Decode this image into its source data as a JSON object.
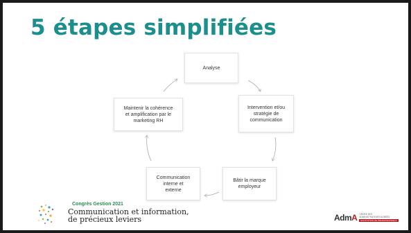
{
  "title": "5 étapes simplifiées",
  "colors": {
    "title": "#1c8f8d",
    "event": "#2d8a54",
    "brand_red": "#b21e24"
  },
  "cycle": {
    "analyse": "Analyse",
    "intervention": [
      "Intervention et/ou",
      "stratégie de",
      "communication"
    ],
    "batir": [
      "Bâtir la marque",
      "employeur"
    ],
    "communication": [
      "Communication",
      "interne et",
      "externe"
    ],
    "maintenir": [
      "Maintenir la cohérence",
      "et amplification par le",
      "marketing RH"
    ]
  },
  "footer": {
    "event": "Congrès Gestion 2021",
    "subtitle": [
      "Communication et information,",
      "de précieux leviers"
    ],
    "logo_icon": "congress-logo-icon"
  },
  "adma": {
    "mark_prefix": "Adm",
    "mark_accent": "A",
    "tagline": [
      "ORDRE DES",
      "ADMINISTRATEURS AGRÉÉS"
    ],
    "bar": "INSTITUTION DE PROFESSIONNELS"
  }
}
